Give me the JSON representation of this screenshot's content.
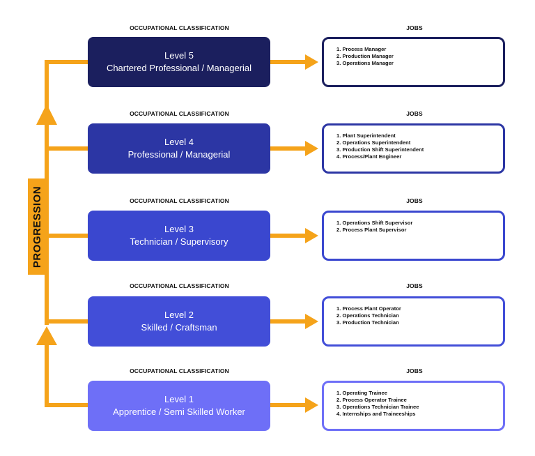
{
  "headers": {
    "left": "OCCUPATIONAL CLASSIFICATION",
    "right": "JOBS"
  },
  "progression_label": "PROGRESSION",
  "colors": {
    "arrow": "#f5a31a",
    "level5": "#1b1f5e",
    "level4": "#2c36a4",
    "level3": "#3a47cf",
    "level2": "#424ed8",
    "level1": "#6e6ff7"
  },
  "levels": [
    {
      "title": "Level 5",
      "subtitle": "Chartered Professional / Managerial",
      "jobs": [
        "1. Process Manager",
        "2. Production Manager",
        "3. Operations Manager"
      ]
    },
    {
      "title": "Level 4",
      "subtitle": "Professional / Managerial",
      "jobs": [
        "1. Plant Superintendent",
        "2. Operations Superintendent",
        "3. Production Shift Superintendent",
        "4. Process/Plant Engineer"
      ]
    },
    {
      "title": "Level 3",
      "subtitle": "Technician / Supervisory",
      "jobs": [
        "1. Operations Shift Supervisor",
        "2. Process Plant Supervisor"
      ]
    },
    {
      "title": "Level 2",
      "subtitle": "Skilled / Craftsman",
      "jobs": [
        "1. Process Plant Operator",
        "2. Operations Technician",
        "3. Production Technician"
      ]
    },
    {
      "title": "Level 1",
      "subtitle": "Apprentice / Semi Skilled Worker",
      "jobs": [
        "1. Operating Trainee",
        "2. Process Operator Trainee",
        "3. Operations Technician Trainee",
        "4. Internships and Traineeships"
      ]
    }
  ]
}
